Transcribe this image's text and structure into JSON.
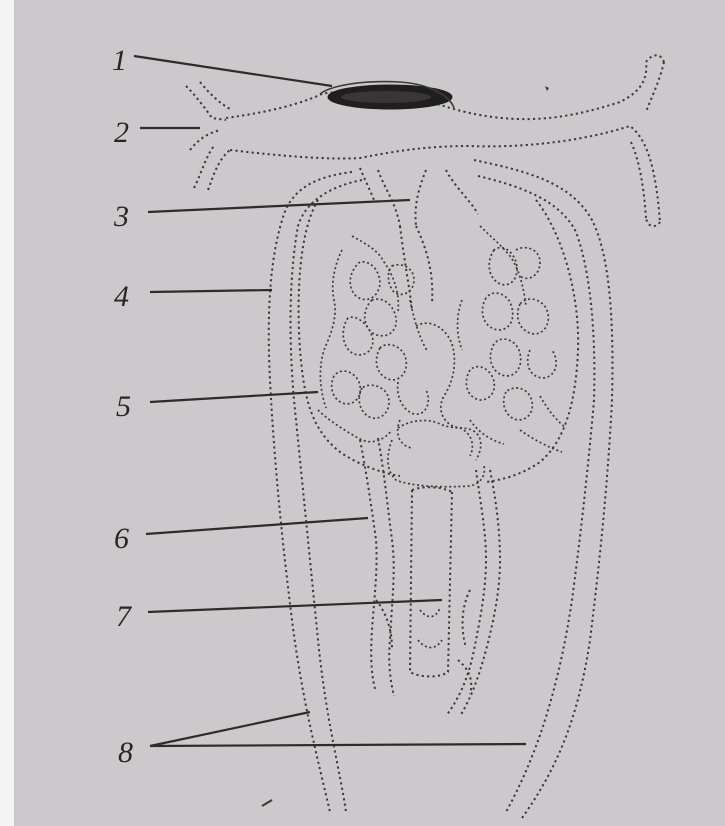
{
  "labels": [
    "1",
    "2",
    "3",
    "4",
    "5",
    "6",
    "7",
    "8"
  ]
}
